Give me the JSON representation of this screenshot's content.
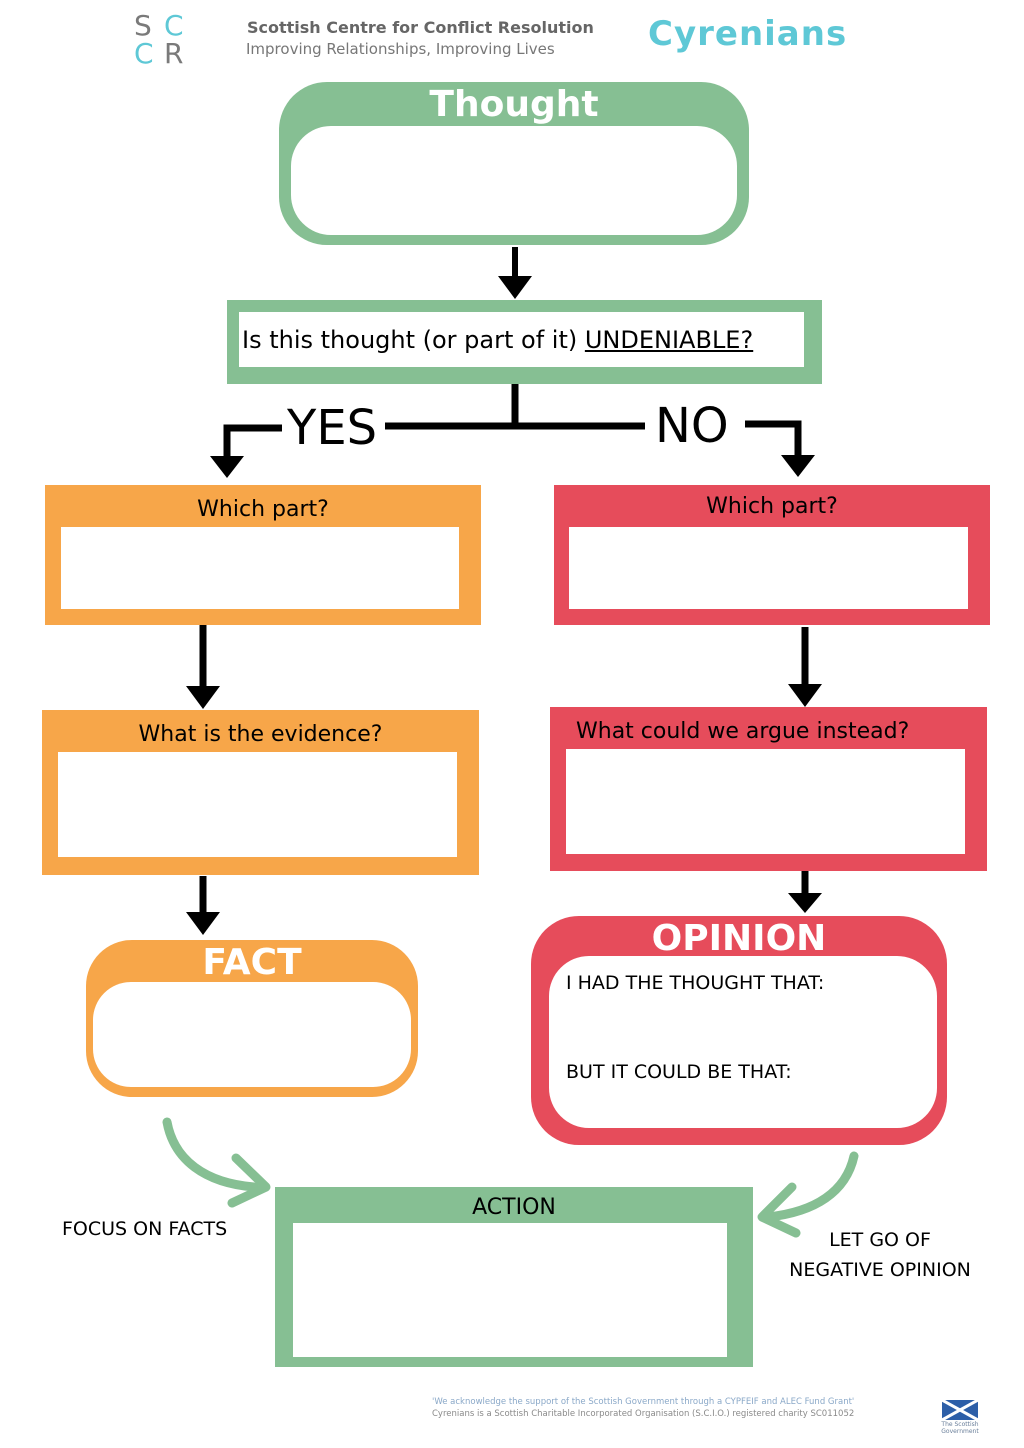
{
  "header": {
    "logo_letters": [
      "S",
      "C",
      "C",
      "R"
    ],
    "org_name": "Scottish Centre for Conflict Resolution",
    "org_tagline": "Improving Relationships, Improving Lives",
    "partner_logo": "Cyrenians"
  },
  "thought": {
    "title": "Thought"
  },
  "question": {
    "text": "Is this thought (or part of it) ",
    "emphasis": "UNDENIABLE?"
  },
  "branches": {
    "yes": "YES",
    "no": "NO"
  },
  "yes_path": {
    "which_part": "Which part?",
    "evidence": "What is the evidence?",
    "fact": "FACT"
  },
  "no_path": {
    "which_part": "Which part?",
    "argue": "What could we argue instead?",
    "opinion": "OPINION",
    "opinion_line1": "I HAD THE THOUGHT THAT:",
    "opinion_line2": "BUT IT COULD BE THAT:"
  },
  "action": {
    "title": "ACTION"
  },
  "side_notes": {
    "focus": "FOCUS ON FACTS",
    "let_go_1": "LET GO OF",
    "let_go_2": "NEGATIVE OPINION"
  },
  "footer": {
    "line1": "'We acknowledge the support of the Scottish Government through a CYPFEIF and ALEC Fund Grant'",
    "line2": "Cyrenians is a Scottish Charitable Incorporated Organisation (S.C.I.O.) registered charity SC011052",
    "gov_logo": "The Scottish Government"
  },
  "colors": {
    "green": "#86bf93",
    "orange": "#f7a649",
    "red": "#e64c5b",
    "teal": "#5ec8d6"
  }
}
